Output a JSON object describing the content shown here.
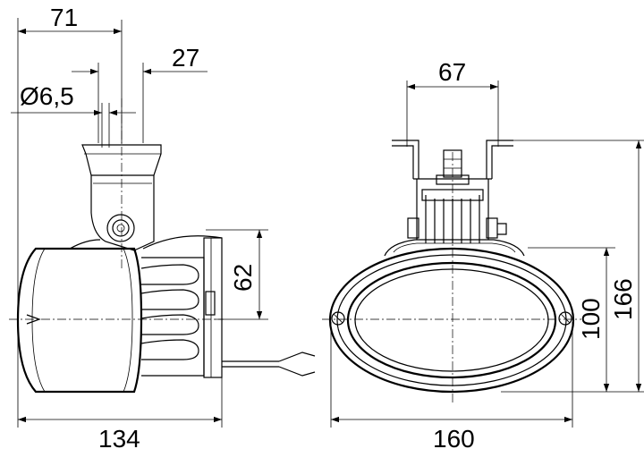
{
  "dimensions": {
    "d71": "71",
    "d27": "27",
    "d6_5": "Ø6,5",
    "d62": "62",
    "d134": "134",
    "d67": "67",
    "d100": "100",
    "d166": "166",
    "d160": "160"
  }
}
